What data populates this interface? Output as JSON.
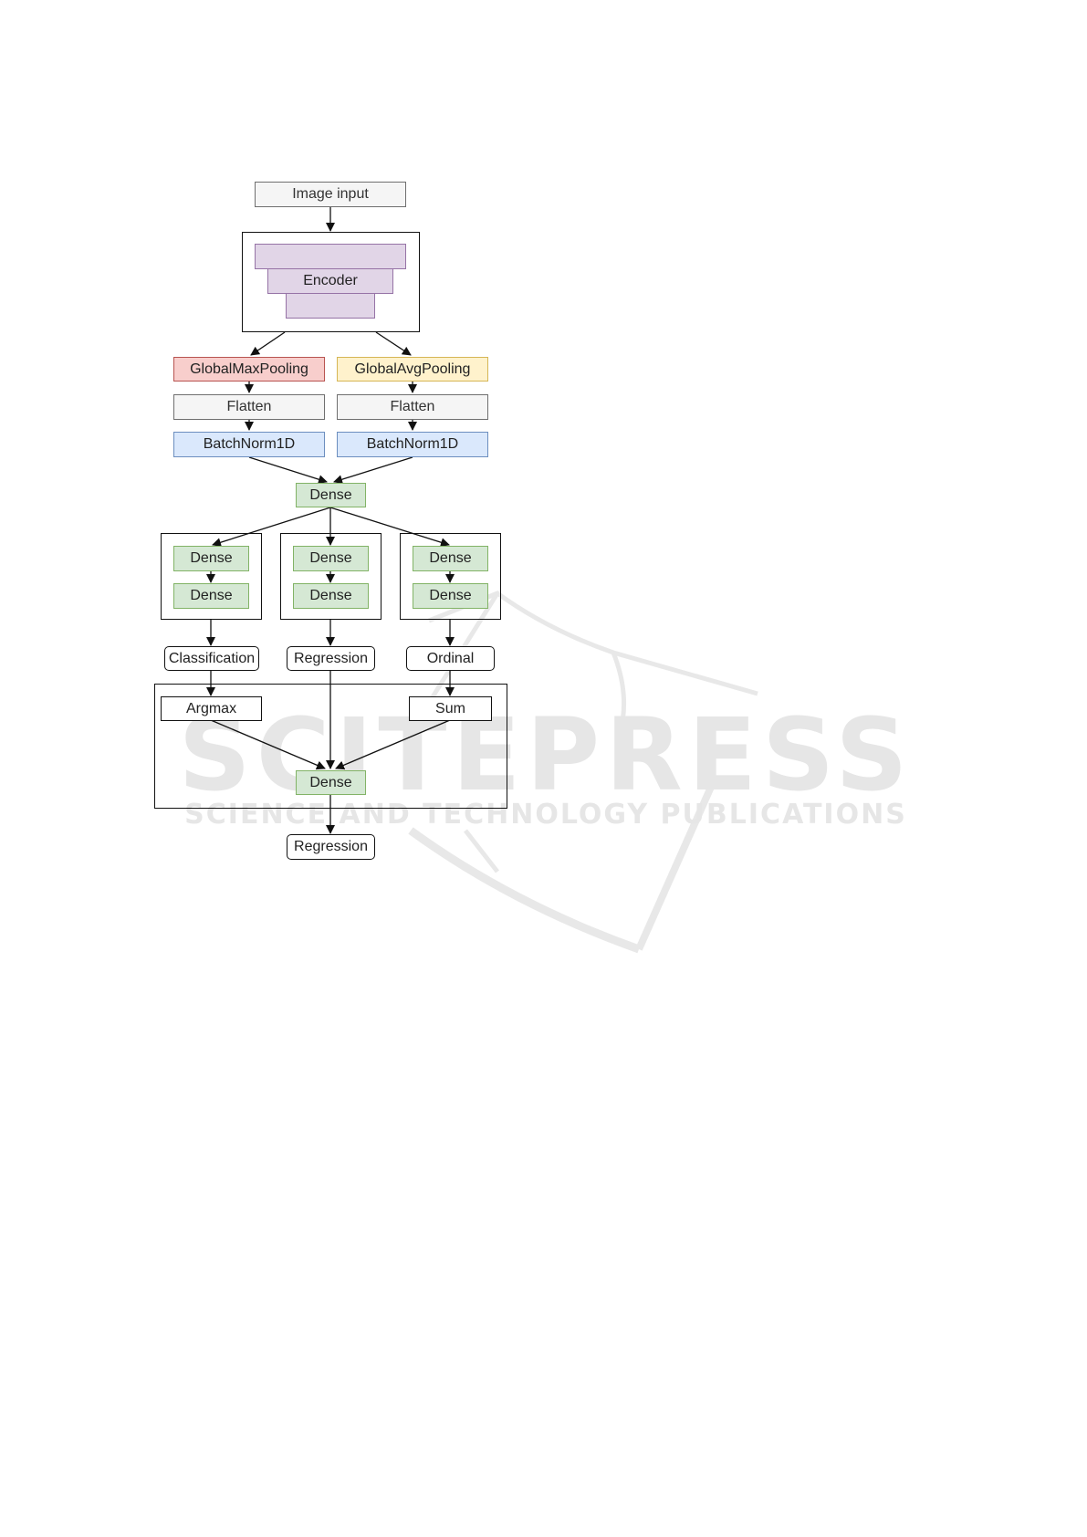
{
  "watermark": {
    "brand": "SCITEPRESS",
    "tagline": "SCIENCE AND TECHNOLOGY PUBLICATIONS"
  },
  "diagram": {
    "input": "Image input",
    "encoder": "Encoder",
    "left_branch": {
      "pool": "GlobalMaxPooling",
      "flatten": "Flatten",
      "norm": "BatchNorm1D"
    },
    "right_branch": {
      "pool": "GlobalAvgPooling",
      "flatten": "Flatten",
      "norm": "BatchNorm1D"
    },
    "merge_dense": "Dense",
    "heads": [
      {
        "dense1": "Dense",
        "dense2": "Dense",
        "output": "Classification"
      },
      {
        "dense1": "Dense",
        "dense2": "Dense",
        "output": "Regression"
      },
      {
        "dense1": "Dense",
        "dense2": "Dense",
        "output": "Ordinal"
      }
    ],
    "ensemble": {
      "argmax": "Argmax",
      "sum": "Sum",
      "dense": "Dense"
    },
    "final_output": "Regression"
  },
  "colors": {
    "gray": "#f5f5f5",
    "purple": "#e1d5e7",
    "red": "#f8cecc",
    "yellow": "#fff2cc",
    "blue": "#dae8fc",
    "green": "#d5e8d4"
  }
}
